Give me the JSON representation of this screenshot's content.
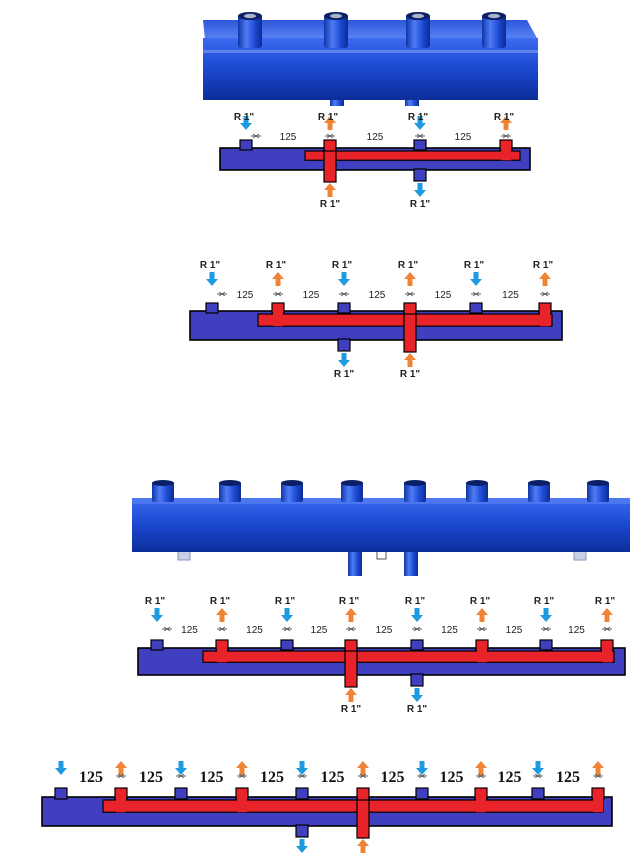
{
  "colors": {
    "supply": "#e8242a",
    "return": "#3f3fbf",
    "arrow_supply": "#f08436",
    "arrow_return": "#1e9be0",
    "product_blue": "#1f47c8"
  },
  "diagrams": [
    {
      "id": "d4",
      "thread_label": "R 1\"",
      "spacing_label": "125",
      "bottom_ports": [
        {
          "type": "supply",
          "label": "R 1\""
        },
        {
          "type": "return",
          "label": "R 1\""
        }
      ],
      "top_ports": [
        "return",
        "supply",
        "return",
        "supply"
      ]
    },
    {
      "id": "d6",
      "thread_label": "R 1\"",
      "spacing_label": "125",
      "bottom_ports": [
        {
          "type": "return",
          "label": "R 1\""
        },
        {
          "type": "supply",
          "label": "R 1\""
        }
      ],
      "top_ports": [
        "return",
        "supply",
        "return",
        "supply",
        "return",
        "supply"
      ]
    },
    {
      "id": "d8",
      "thread_label": "R 1\"",
      "spacing_label": "125",
      "bottom_ports": [
        {
          "type": "supply",
          "label": "R 1\""
        },
        {
          "type": "return",
          "label": "R 1\""
        }
      ],
      "top_ports": [
        "return",
        "supply",
        "return",
        "supply",
        "return",
        "supply",
        "return",
        "supply"
      ]
    },
    {
      "id": "d10",
      "thread_label": "",
      "spacing_label": "125",
      "bottom_ports": [
        {
          "type": "return",
          "label": ""
        },
        {
          "type": "supply",
          "label": ""
        }
      ],
      "top_ports": [
        "return",
        "supply",
        "return",
        "supply",
        "return",
        "supply",
        "return",
        "supply",
        "return",
        "supply"
      ]
    }
  ]
}
